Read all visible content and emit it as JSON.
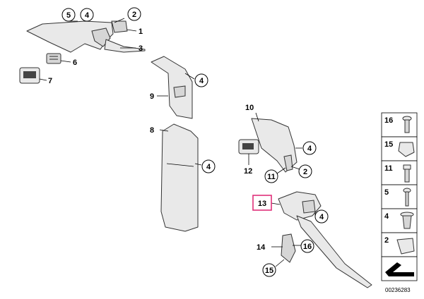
{
  "labels": {
    "p1": "1",
    "p2a": "2",
    "p3": "3",
    "p4a": "4",
    "p5": "5",
    "p6": "6",
    "p7": "7",
    "p8": "8",
    "p9": "9",
    "p4b": "4",
    "p4c": "4",
    "p10": "10",
    "p4d": "4",
    "p12": "12",
    "p11": "11",
    "p2b": "2",
    "p13": "13",
    "p4e": "4",
    "p14": "14",
    "p16": "16",
    "p15": "15"
  },
  "legend": {
    "items": [
      "16",
      "15",
      "11",
      "5",
      "4",
      "2"
    ]
  },
  "reference": "00236283",
  "colors": {
    "highlight": "#e0307a"
  }
}
